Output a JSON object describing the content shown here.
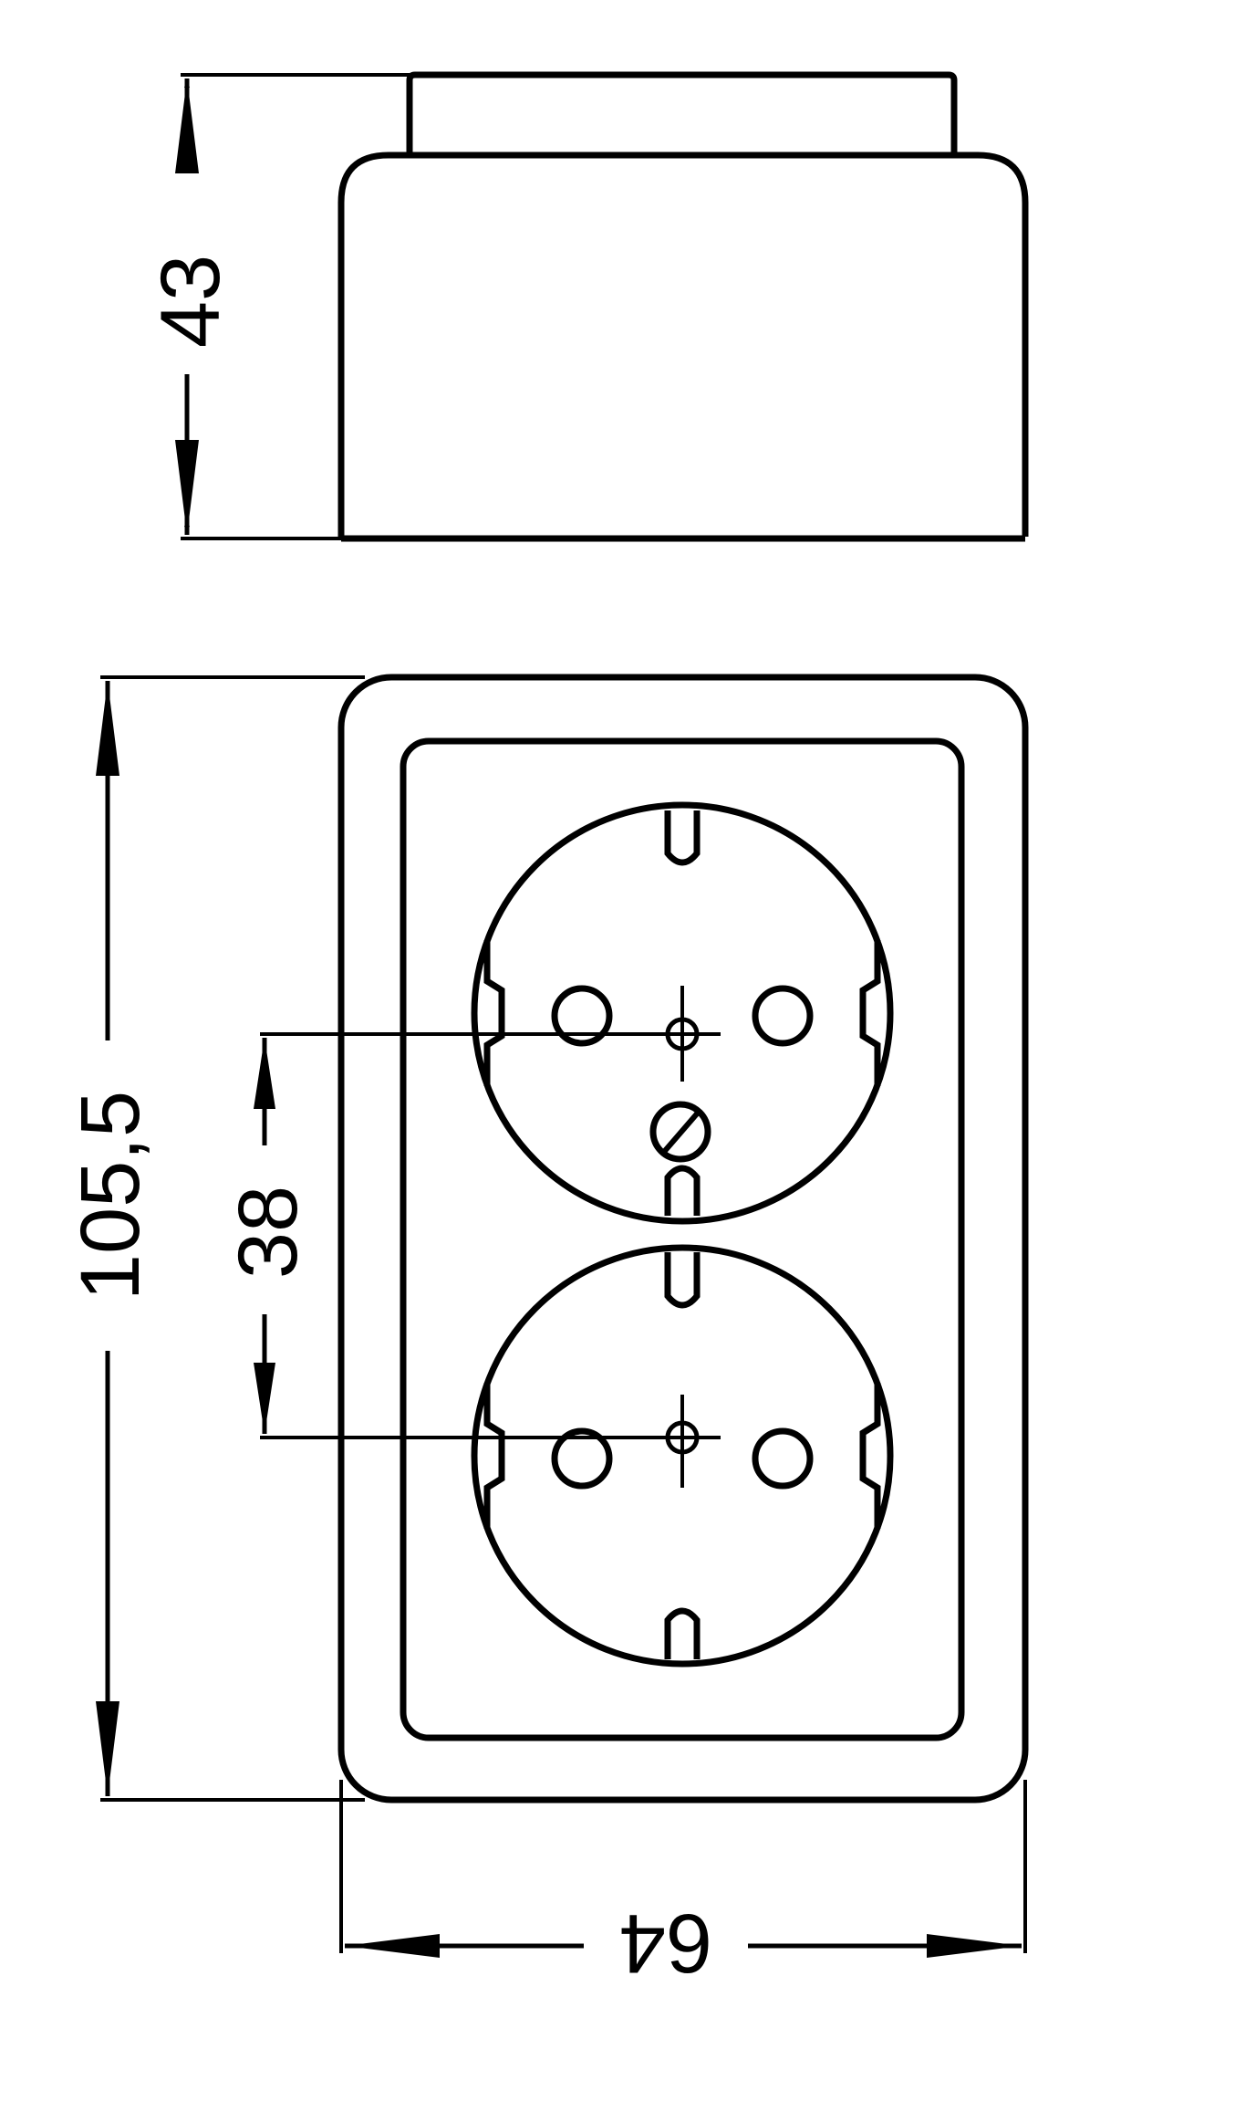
{
  "dimensions": {
    "height_side": "43",
    "height_front": "105,5",
    "socket_spacing": "38",
    "width": "64"
  },
  "colors": {
    "line": "#000000",
    "background": "#ffffff"
  }
}
